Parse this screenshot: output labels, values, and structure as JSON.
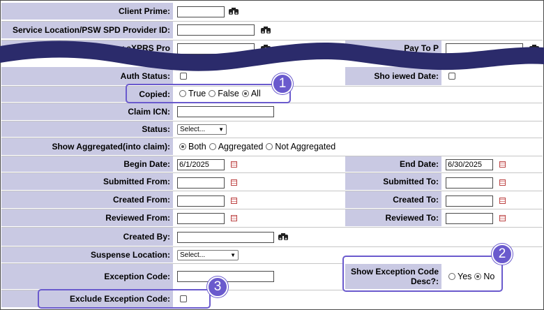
{
  "fields": {
    "client_prime": "Client Prime:",
    "service_location": "Service Location/PSW SPD Provider ID:",
    "agency_partial": "ency eXPRS Pro",
    "pay_to_partial": "Pay To P",
    "auth_status_partial": "Auth Status:",
    "reviewed_date_partial": "Sho     iewed Date:",
    "copied": "Copied:",
    "claim_icn": "Claim ICN:",
    "status": "Status:",
    "show_aggregated": "Show Aggregated(into claim):",
    "begin_date": "Begin Date:",
    "end_date": "End Date:",
    "submitted_from": "Submitted From:",
    "submitted_to": "Submitted To:",
    "created_from": "Created From:",
    "created_to": "Created To:",
    "reviewed_from": "Reviewed From:",
    "reviewed_to": "Reviewed To:",
    "created_by": "Created By:",
    "suspense_location": "Suspense Location:",
    "exception_code": "Exception Code:",
    "show_exception_desc": "Show Exception Code Desc?:",
    "exclude_exception_code": "Exclude Exception Code:"
  },
  "values": {
    "begin_date": "6/1/2025",
    "end_date": "6/30/2025",
    "status_select": "Select...",
    "suspense_select": "Select..."
  },
  "copied_options": {
    "opt_true": "True",
    "opt_false": "False",
    "opt_all": "All",
    "selected": "All"
  },
  "aggregated_options": {
    "opt_both": "Both",
    "opt_agg": "Aggregated",
    "opt_not": "Not Aggregated",
    "selected": "Both"
  },
  "exception_desc_options": {
    "opt_yes": "Yes",
    "opt_no": "No",
    "selected": "No"
  },
  "badges": {
    "b1": "1",
    "b2": "2",
    "b3": "3"
  },
  "icons": {
    "lookup": "binoculars-icon",
    "calendar": "calendar-icon"
  },
  "colors": {
    "label_bg": "#c9c9e3",
    "callout": "#6a5acd",
    "tear": "#2b2b6b"
  }
}
